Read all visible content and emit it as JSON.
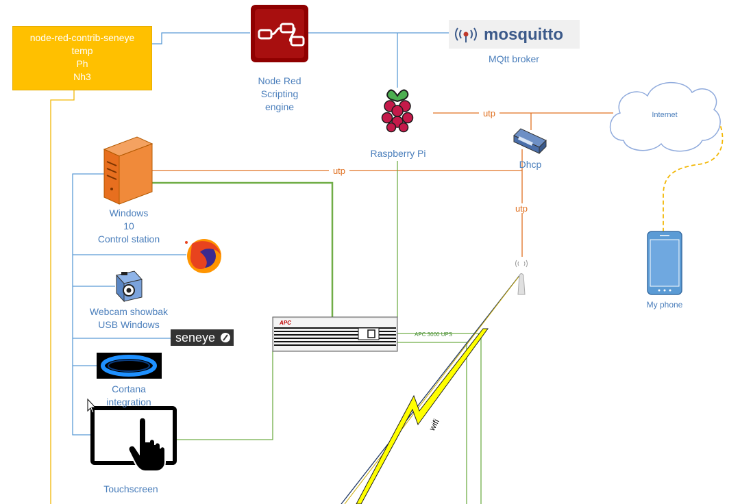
{
  "seneye_box": {
    "lines": [
      "node-red-contrib-seneye",
      "temp",
      "Ph",
      "Nh3"
    ]
  },
  "nodes": {
    "node_red": {
      "lines": [
        "Node Red",
        "Scripting",
        "engine"
      ]
    },
    "mosquitto": {
      "logo_text": "mosquitto",
      "label": "MQtt broker"
    },
    "raspberry_pi": {
      "label": "Raspberry Pi"
    },
    "internet": {
      "label": "Internet"
    },
    "dhcp": {
      "label": "Dhcp"
    },
    "windows": {
      "lines": [
        "Windows",
        "10",
        "Control station"
      ]
    },
    "webcam": {
      "lines": [
        "Webcam showbak",
        "USB Windows"
      ]
    },
    "seneye_logo": {
      "text": "seneye"
    },
    "cortana": {
      "lines": [
        "Cortana",
        "integration"
      ]
    },
    "touchscreen": {
      "label": "Touchscreen"
    },
    "ups": {
      "brand": "APC",
      "label": "APC 3000 UPS"
    },
    "phone": {
      "label": "My phone"
    }
  },
  "connections": {
    "utp_top": "utp",
    "utp_middle": "utp",
    "utp_vertical": "utp",
    "wifi": "wifi"
  },
  "colors": {
    "blue_line": "#5b9bd5",
    "orange_line": "#e07020",
    "green_line": "#70ad47",
    "yellow_line": "#f2b705",
    "label_blue": "#4a7ebb",
    "seneye_box": "#ffc000",
    "node_red": "#8f0000",
    "lightning": "#ffff00"
  }
}
